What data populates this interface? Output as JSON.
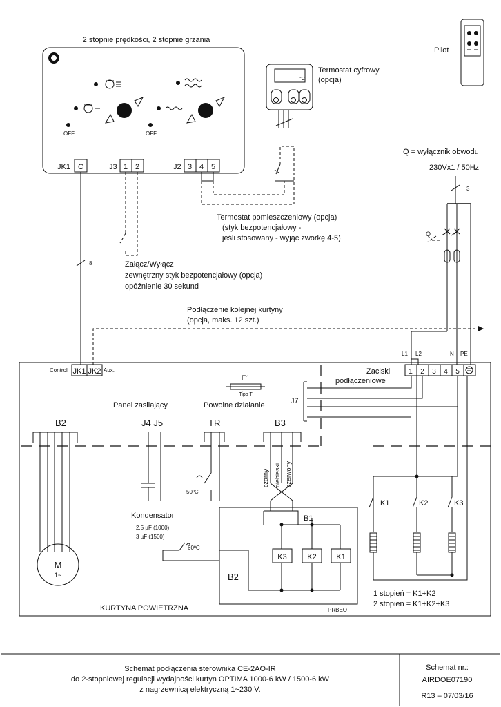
{
  "controller": {
    "title": "2 stopnie prędkości, 2 stopnie grzania",
    "off1": "OFF",
    "off2": "OFF",
    "jk1": "JK1",
    "c": "C",
    "j3": "J3",
    "j3_1": "1",
    "j3_2": "2",
    "j2": "J2",
    "j2_3": "3",
    "j2_4": "4",
    "j2_5": "5"
  },
  "thermostat_digital": {
    "line1": "Termostat cyfrowy",
    "line2": "(opcja)",
    "unit": "°C"
  },
  "remote": {
    "label": "Pilot"
  },
  "breaker": {
    "line1": "Q = wyłącznik obwodu",
    "line2": "230Vx1 / 50Hz",
    "q": "Q",
    "wires": "3"
  },
  "room_thermostat": {
    "line1": "Termostat pomieszczeniowy (opcja)",
    "line2": "(styk bezpotencjałowy -",
    "line3": "jeśli stosowany - wyjąć zworkę 4-5)"
  },
  "switch": {
    "line1": "Załącz/Wyłącz",
    "line2": "zewnętrzny styk bezpotencjałowy (opcja)",
    "line3": "opóźnienie 30 sekund"
  },
  "cable": {
    "wires": "8"
  },
  "next_curtain": {
    "line1": "Podłączenie kolejnej kurtyny",
    "line2": "(opcja, maks. 12 szt.)"
  },
  "curtain": {
    "control": "Control",
    "jk1": "JK1",
    "jk2": "JK2",
    "aux": "Aux.",
    "f1": "F1",
    "tipo": "Tipo T",
    "terminals_label1": "Zaciski",
    "terminals_label2": "podłączeniowe",
    "j7": "J7",
    "l1": "L1",
    "l2": "L2",
    "n": "N",
    "pe": "PE",
    "terminals": [
      "1",
      "2",
      "3",
      "4",
      "5"
    ],
    "panel": "Panel zasilający",
    "slow": "Powolne działanie",
    "b2": "B2",
    "j4j5": "J4  J5",
    "tr": "TR",
    "b3": "B3",
    "czarny": "czarny",
    "niebieski": "niebieski",
    "czerwony": "czerwony",
    "temp50": "50ºC",
    "temp60": "60ºC",
    "kondensator": "Kondensator",
    "cap1": "2,5 µF (1000)",
    "cap2": "3 µF (1500)",
    "b1": "B1",
    "k3": "K3",
    "k2": "K2",
    "k1": "K1",
    "b2_lower": "B2",
    "motor_m": "M",
    "motor_phase": "1~",
    "prbeo": "PRBEO",
    "name": "KURTYNA POWIETRZNA",
    "sw_k1": "K1",
    "sw_k2": "K2",
    "sw_k3": "K3",
    "stage1": "1 stopień = K1+K2",
    "stage2": "2 stopień = K1+K2+K3"
  },
  "footer": {
    "line1": "Schemat podłączenia sterownika CE-2AO-IR",
    "line2": "do 2-stopniowej regulacji wydajności kurtyn OPTIMA 1000-6 kW / 1500-6 kW",
    "line3": "z nagrzewnicą elektryczną 1~230 V.",
    "schema_label": "Schemat nr.:",
    "schema_no": "AIRDOE07190",
    "rev": "R13  –  07/03/16"
  }
}
